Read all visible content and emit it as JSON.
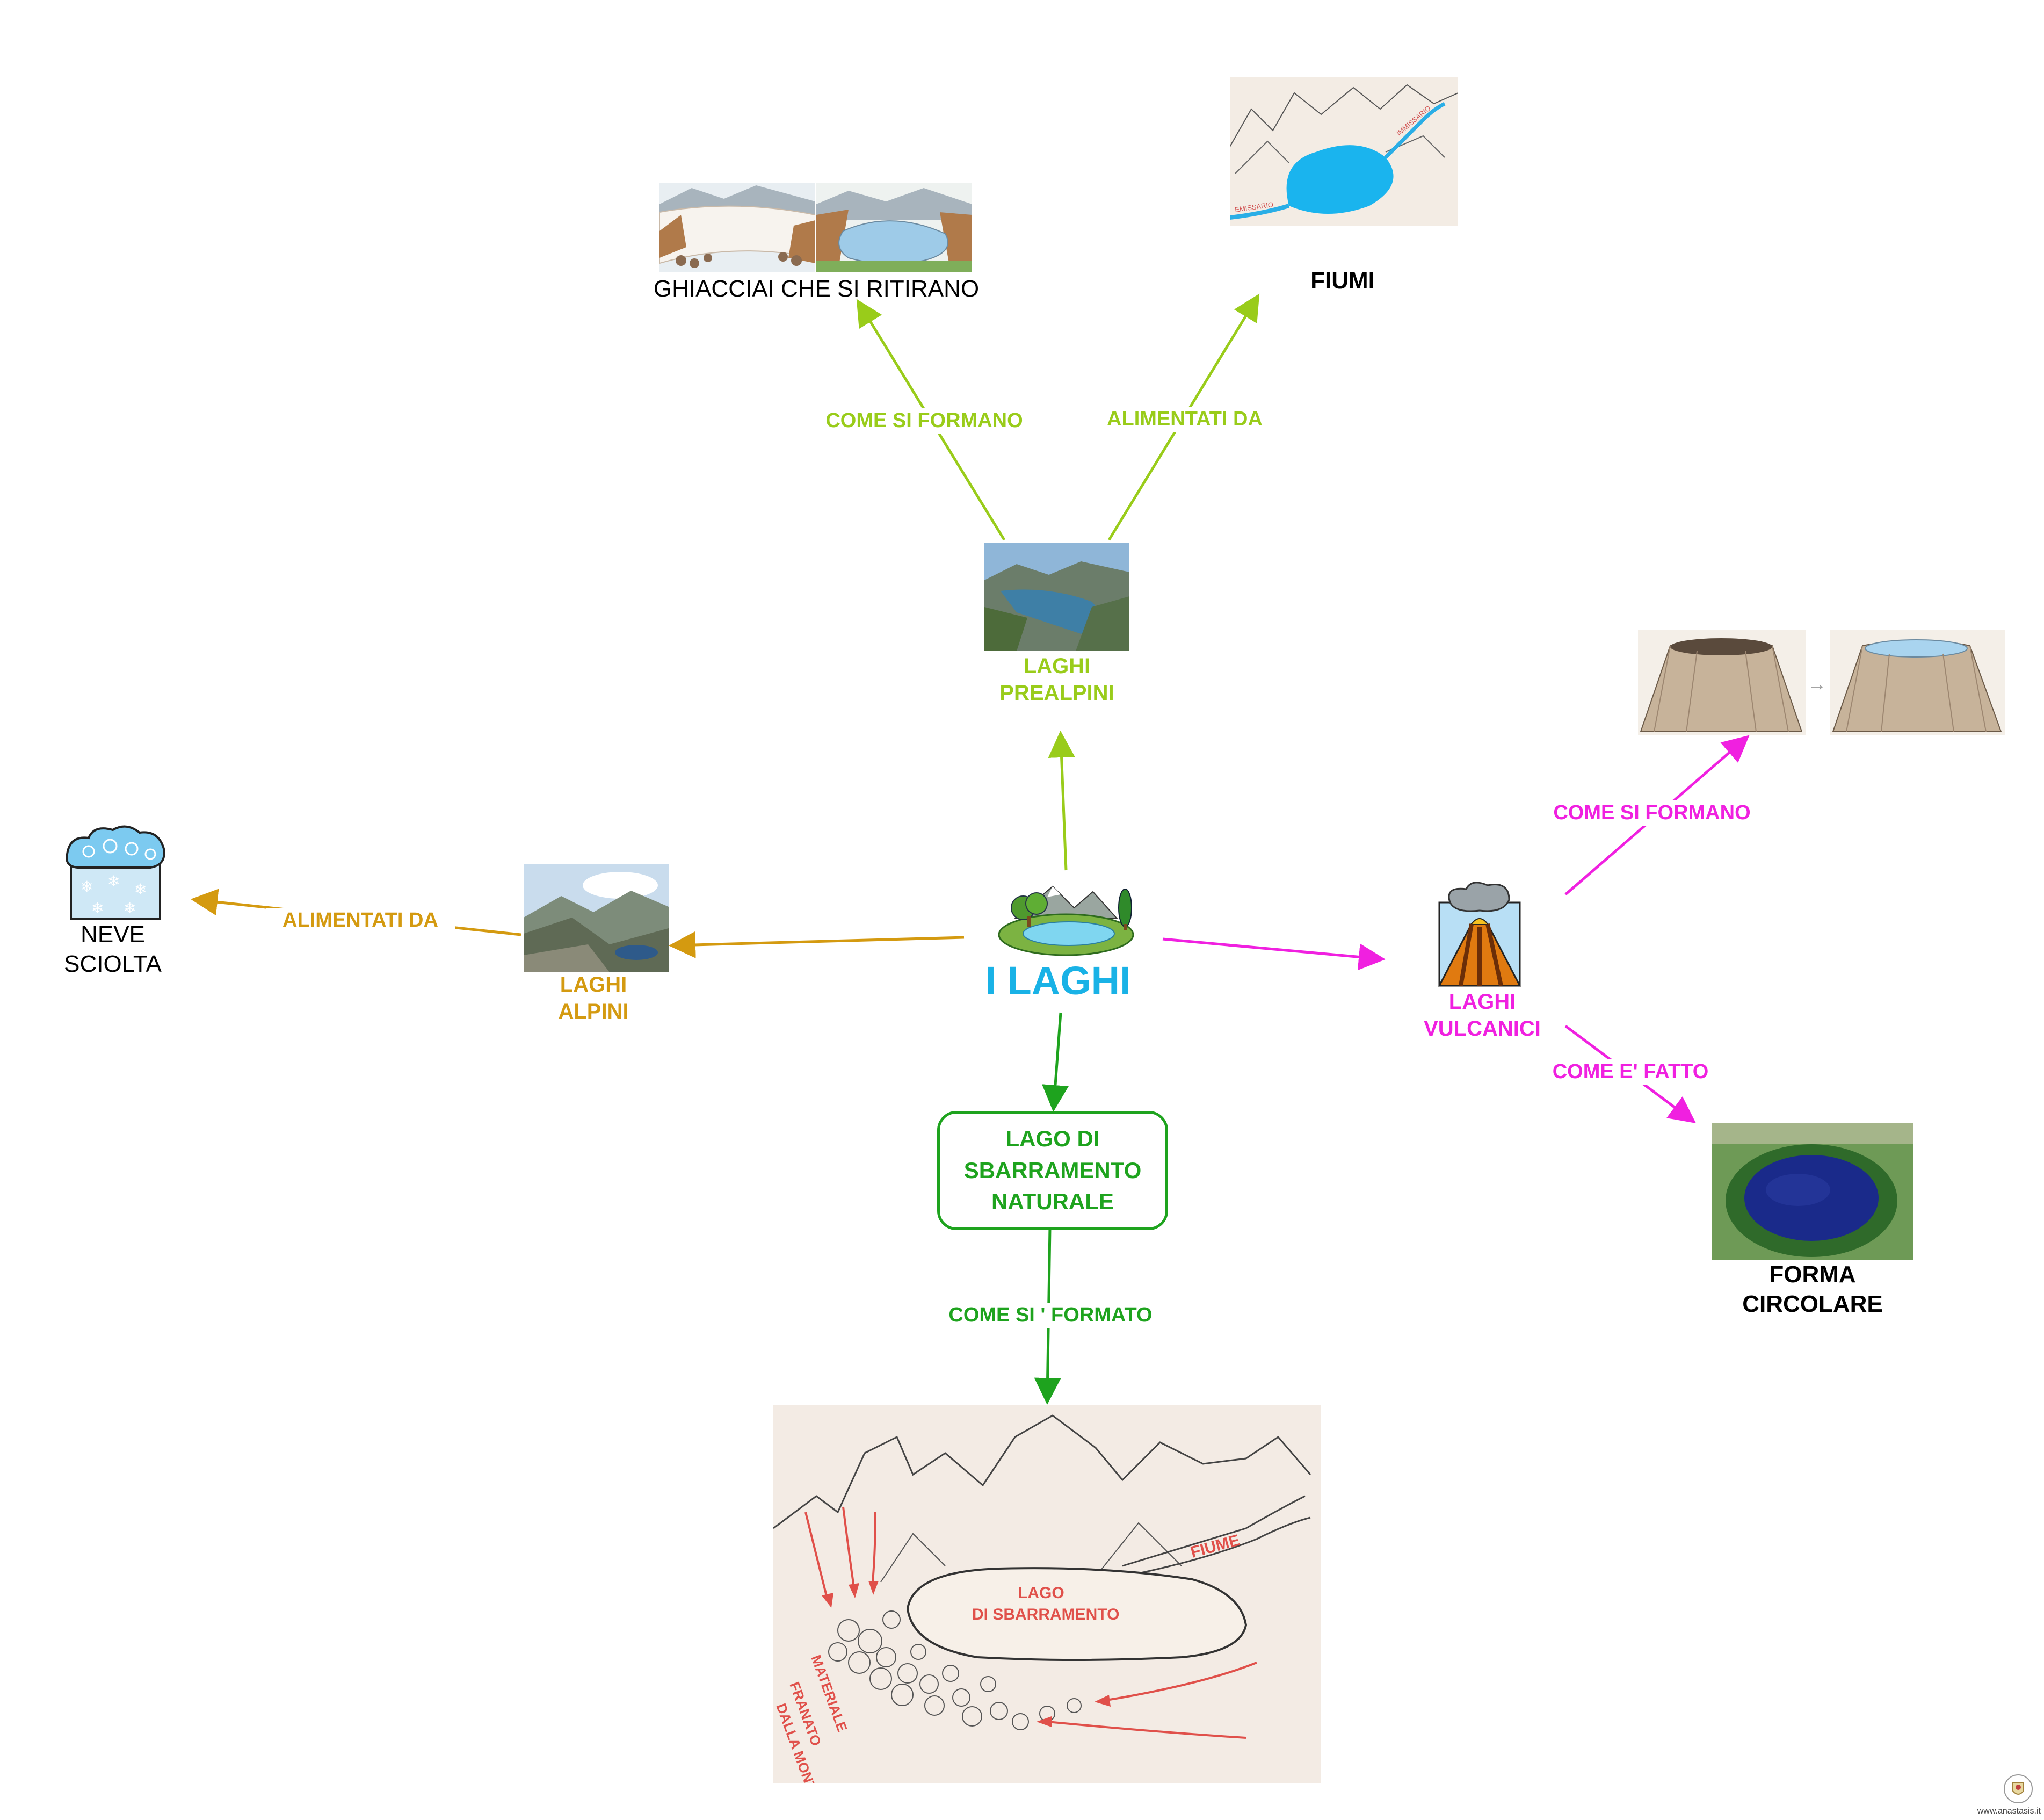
{
  "central": {
    "title": "I LAGHI"
  },
  "nodes": {
    "laghi_prealpini": "LAGHI\nPREALPINI",
    "ghiacciai": "GHIACCIAI CHE SI RITIRANO",
    "fiumi": "FIUMI",
    "laghi_alpini": "LAGHI\nALPINI",
    "neve_sciolta": "NEVE\nSCIOLTA",
    "laghi_vulcanici": "LAGHI\nVULCANICI",
    "forma_circolare": "FORMA\nCIRCOLARE",
    "lago_sbarramento": "LAGO DI\nSBARRAMENTO\nNATURALE"
  },
  "edges": {
    "prealpini_formano": "COME SI FORMANO",
    "prealpini_alimentati": "ALIMENTATI DA",
    "alpini_alimentati": "ALIMENTATI DA",
    "vulcanici_formano": "COME SI FORMANO",
    "vulcanici_fatto": "COME E' FATTO",
    "sbarramento_formato": "COME SI ' FORMATO"
  },
  "sketch_labels": {
    "fiume": "FIUME",
    "lago_sbarramento": "LAGO\nDI SBARRAMENTO",
    "materiale": "MATERIALE\nFRANATO\nDALLA MONTAGNA",
    "emissario": "EMISSARIO",
    "immissario": "IMMISSARIO"
  },
  "footer": {
    "watermark": "www.anastasis.it"
  },
  "colors": {
    "central": "#19b2e6",
    "prealpini": "#99cc1a",
    "alpini": "#d49a10",
    "vulcanici": "#f020e0",
    "sbarramento": "#1ea31e",
    "sketch_red": "#e0504a"
  }
}
